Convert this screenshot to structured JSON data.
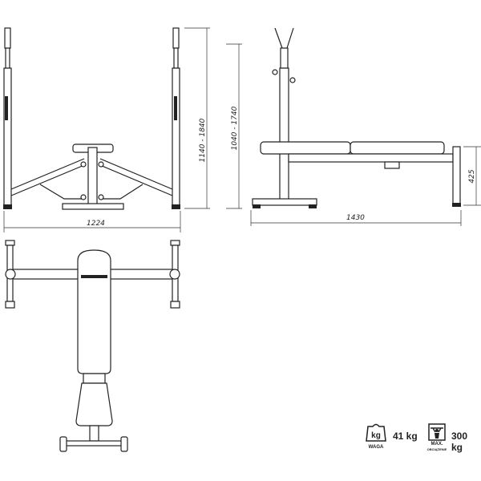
{
  "front_view": {
    "width_dim": "1224",
    "height_dim_1": "1140 - 1840",
    "height_dim_2": "1040 - 1740"
  },
  "side_view": {
    "length_dim": "1430",
    "seat_height_dim": "425"
  },
  "specs": {
    "weight": {
      "icon": "kg-weight-icon",
      "icon_text": "kg",
      "caption": "WAGA",
      "value": "41 kg"
    },
    "max_load": {
      "icon": "weightlifter-icon",
      "caption": "MAX.",
      "subcaption": "OBCIĄŻENIE",
      "value": "300 kg"
    }
  }
}
